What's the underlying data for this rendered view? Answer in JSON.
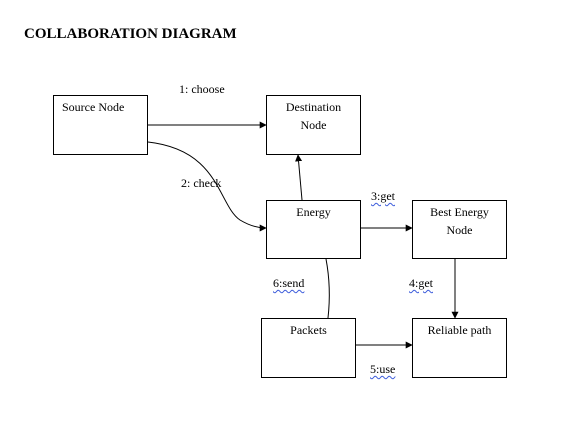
{
  "title": "COLLABORATION DIAGRAM",
  "nodes": {
    "source": "Source Node",
    "destination": "Destination Node",
    "energy": "Energy",
    "best": "Best Energy Node",
    "packets": "Packets",
    "reliable": "Reliable path"
  },
  "messages": {
    "m1": "1: choose",
    "m2": "2: check",
    "m3": "3:get",
    "m4": "4:get",
    "m5": "5:use",
    "m6": "6:send"
  }
}
